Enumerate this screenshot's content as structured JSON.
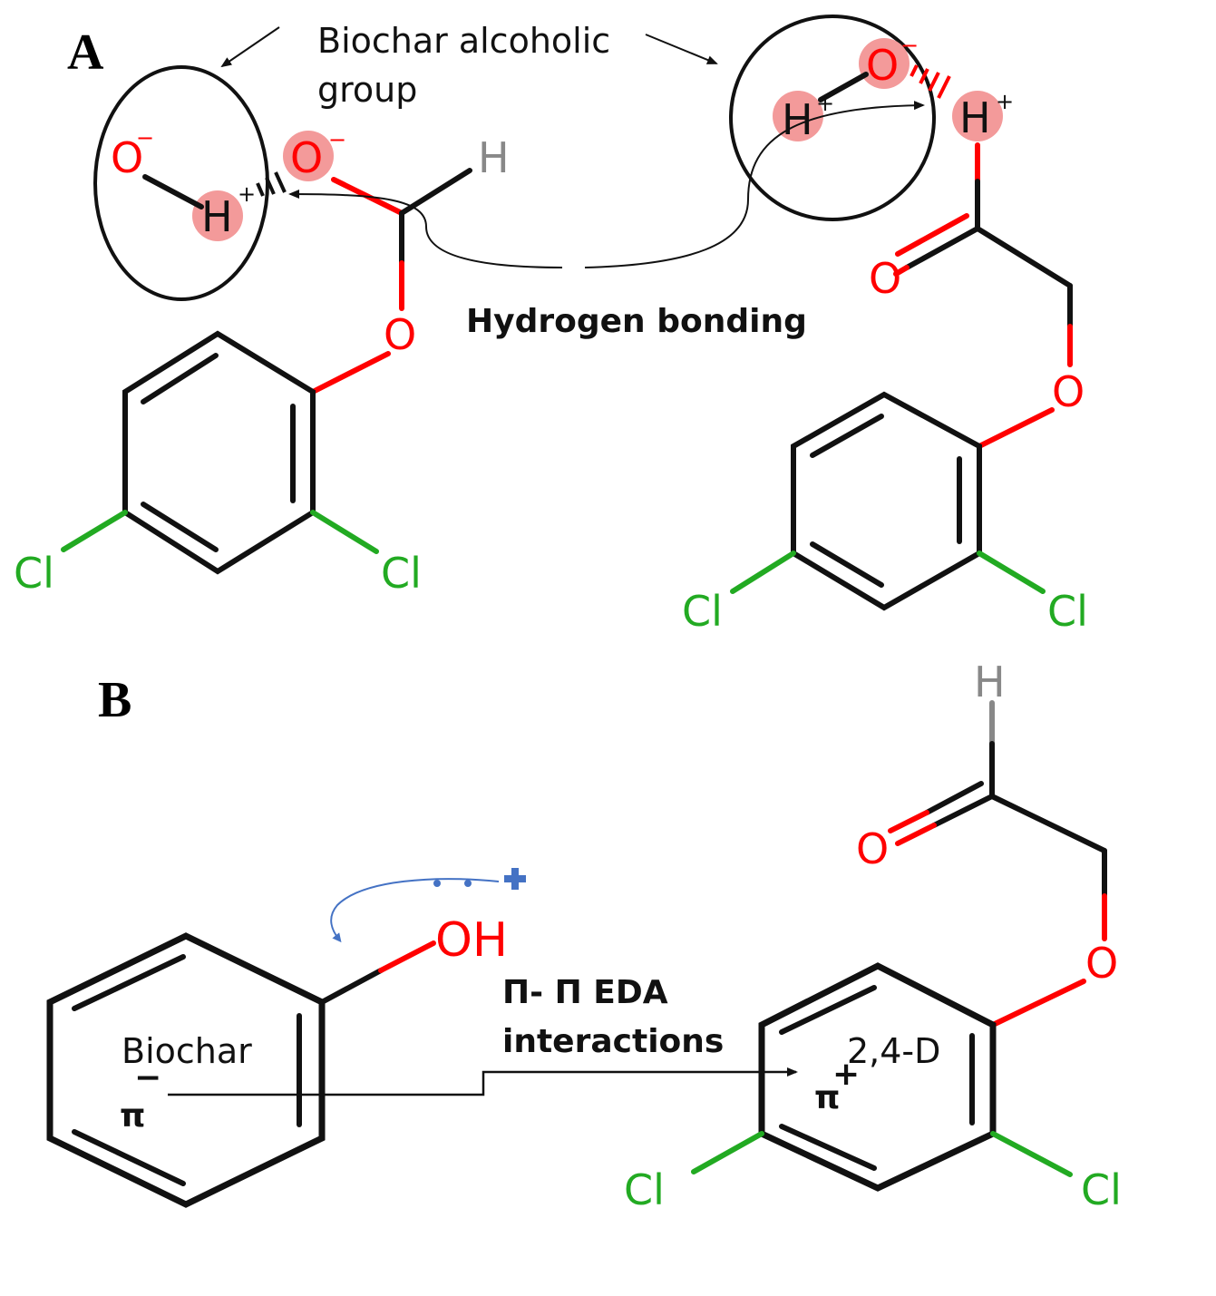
{
  "panels": {
    "a": "A",
    "b": "B"
  },
  "labels": {
    "biochar_group_line1": "Biochar alcoholic",
    "biochar_group_line2": "group",
    "hydrogen_bonding": "Hydrogen bonding",
    "eda_line1": "Π- Π EDA",
    "eda_line2": "interactions",
    "biochar": "Biochar",
    "target": "2,4-D",
    "pi": "π",
    "minus": "−",
    "plus": "+"
  },
  "atoms": {
    "O": "O",
    "H": "H",
    "Cl": "Cl",
    "OH": "OH",
    "minus": "−",
    "plus": "+"
  },
  "colors": {
    "bond": "#111111",
    "oxygen": "#ff0000",
    "chlorine": "#22aa22",
    "hydrogen": "#888888",
    "highlight": "#f39a9a",
    "arrow_blue": "#4472c4"
  }
}
